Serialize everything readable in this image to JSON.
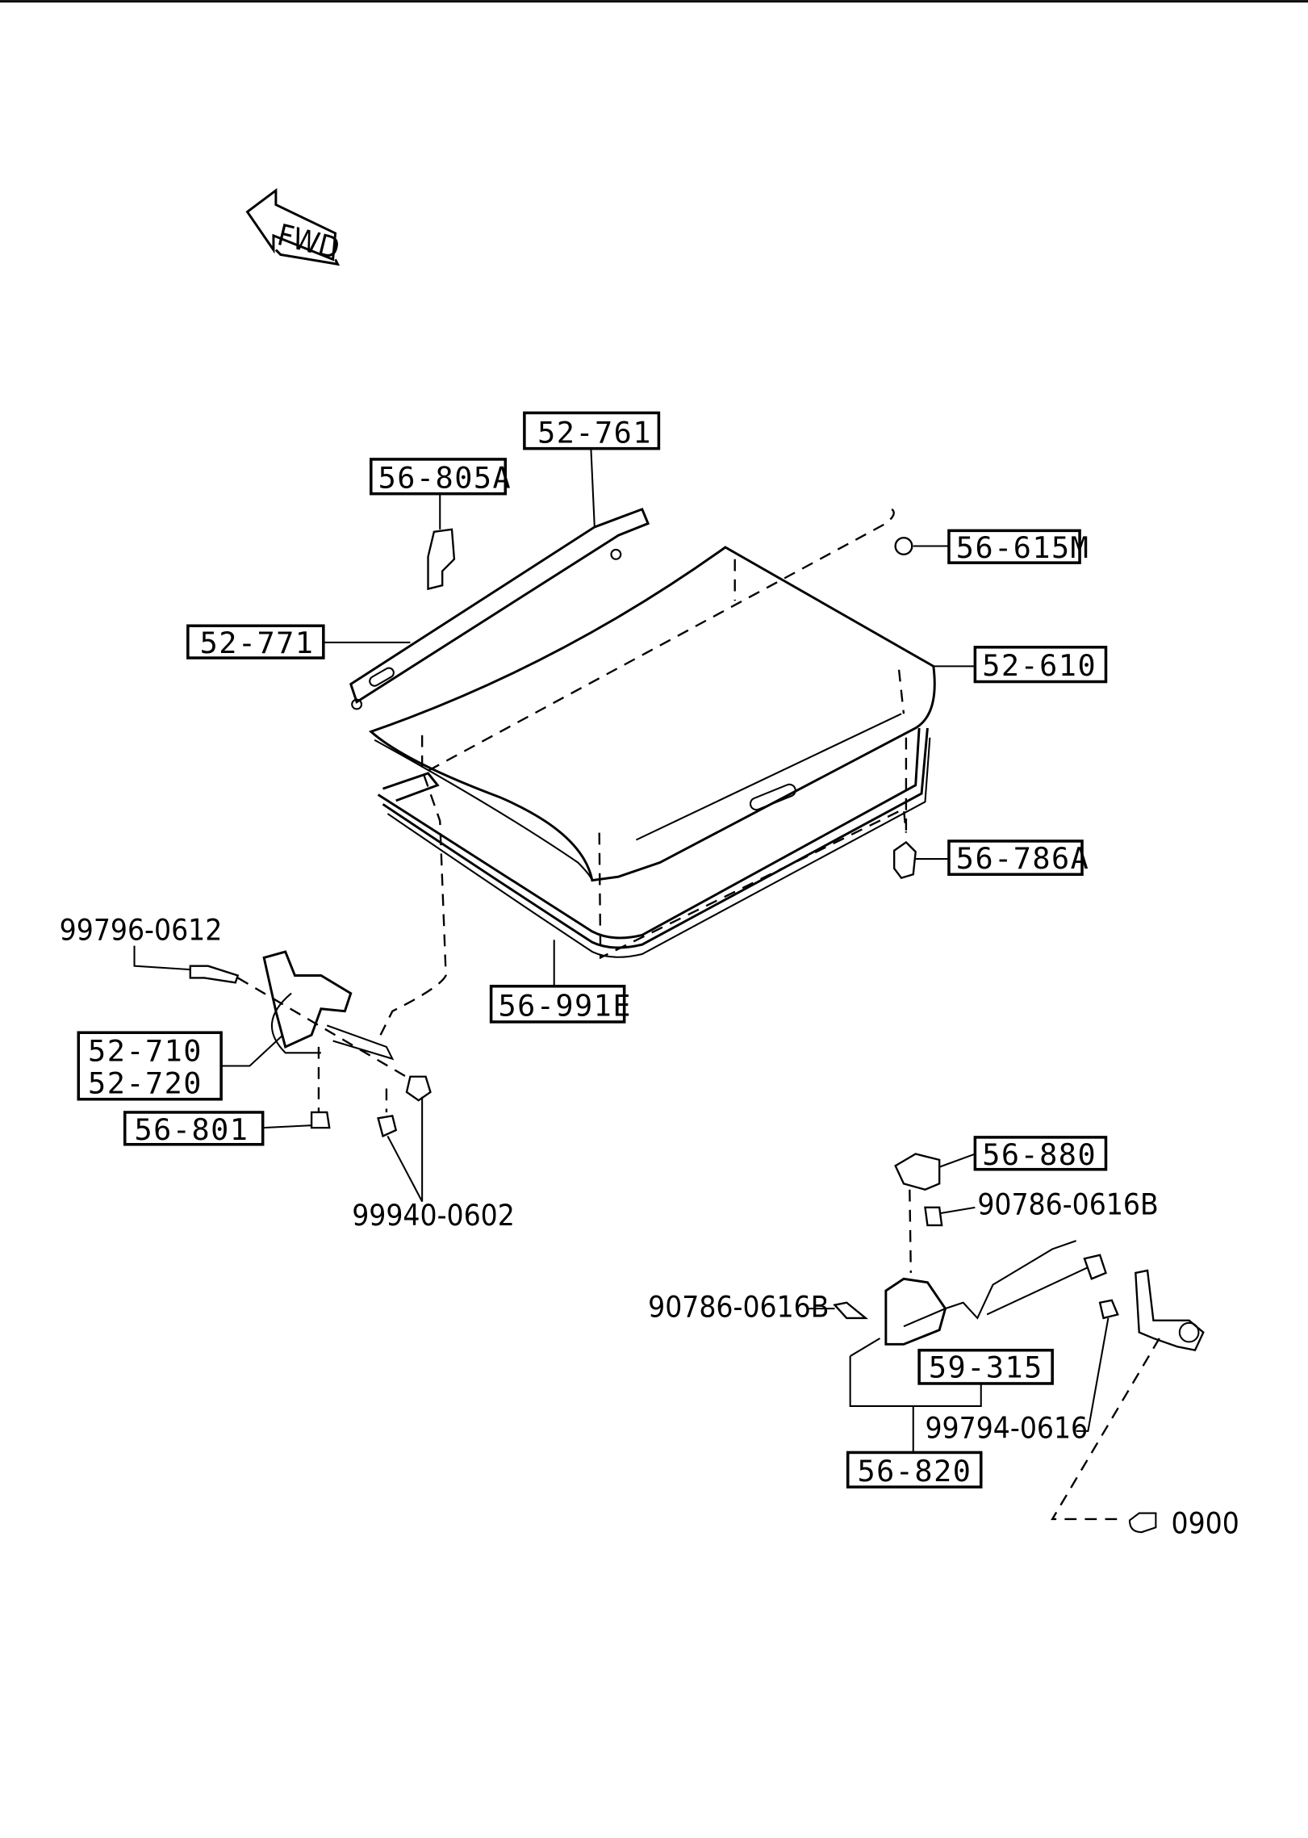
{
  "diagram": {
    "fwd_label": "FWD",
    "parts": {
      "p52_761": "52-761",
      "p56_805A": "56-805A",
      "p56_615M": "56-615M",
      "p52_771": "52-771",
      "p52_610": "52-610",
      "p56_786A": "56-786A",
      "p56_991E": "56-991E",
      "p99796_0612": "99796-0612",
      "p52_710": "52-710",
      "p52_720": "52-720",
      "p56_801": "56-801",
      "p99940_0602": "99940-0602",
      "p56_880": "56-880",
      "p90786_0616B_right": "90786-0616B",
      "p90786_0616B_left": "90786-0616B",
      "p59_315": "59-315",
      "p99794_0616": "99794-0616",
      "p56_820": "56-820"
    },
    "reference": "0900"
  }
}
